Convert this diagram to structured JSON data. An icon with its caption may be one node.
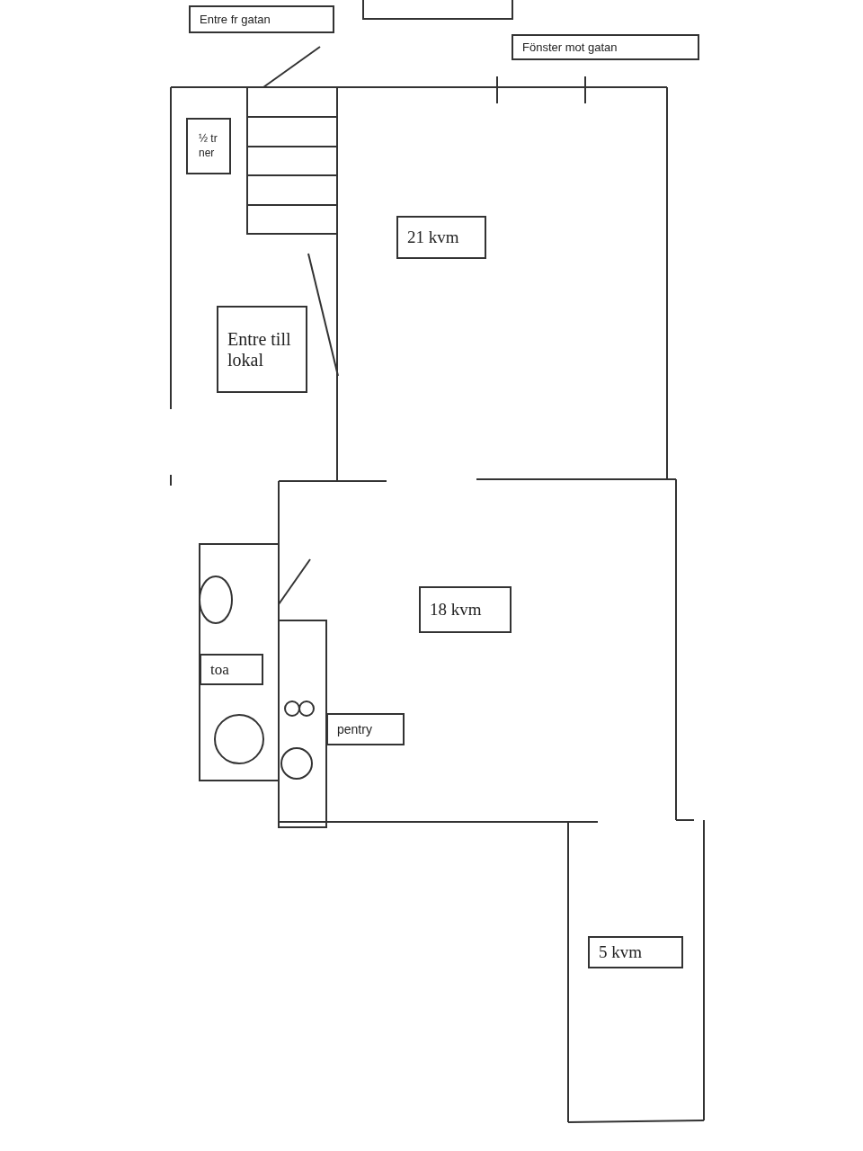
{
  "diagram": {
    "nodes": [
      {
        "text": [
          "Entre fr gatan"
        ]
      },
      {
        "text": [],
        "shape": "box"
      },
      {
        "text": [
          "Fönster mot gatan"
        ]
      },
      {
        "text": [
          "½ tr ner"
        ]
      },
      {
        "text": [
          "21 kvm"
        ]
      },
      {
        "text": [
          "Entre till lokal"
        ]
      },
      {
        "text": [
          "18 kvm"
        ]
      },
      {
        "text": [
          "toa"
        ]
      },
      {
        "text": [
          "pentry"
        ]
      },
      {
        "text": [
          "5 kvm"
        ]
      }
    ]
  }
}
